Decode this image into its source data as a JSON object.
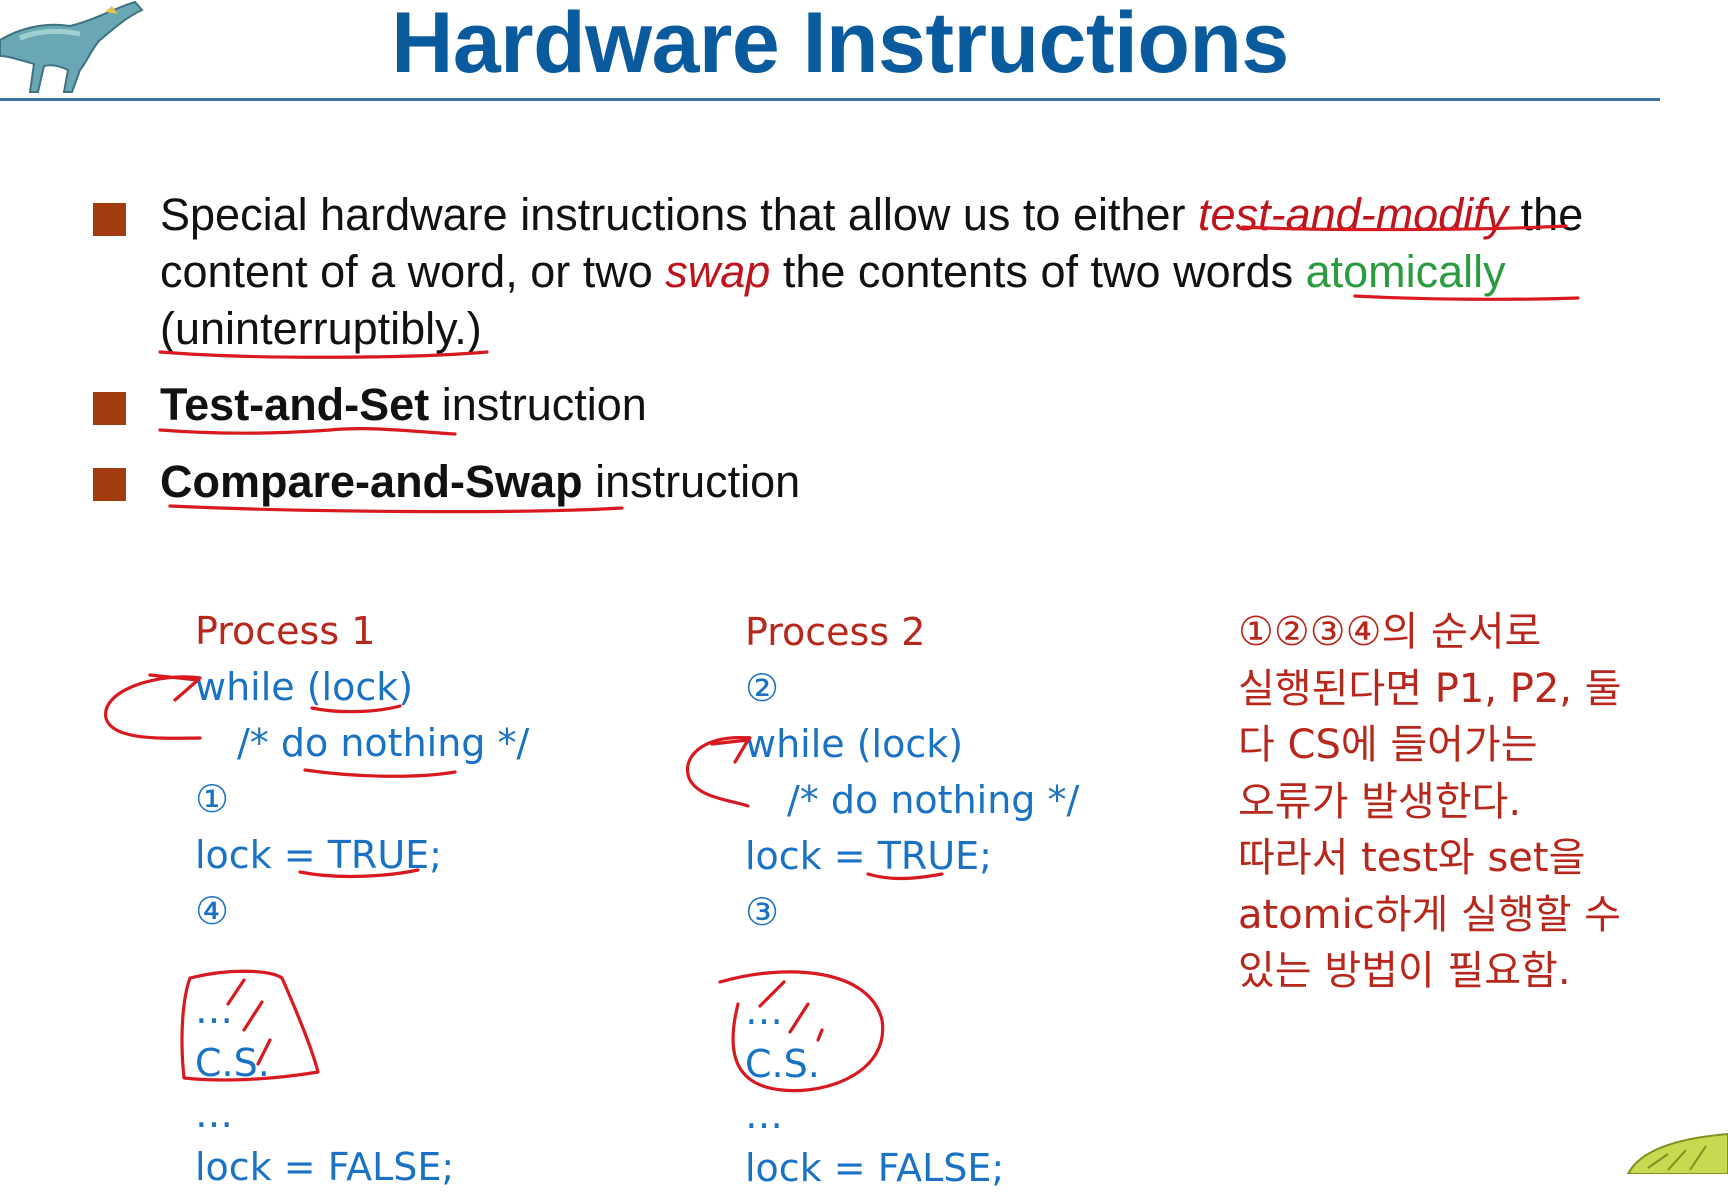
{
  "slide": {
    "title": "Hardware Instructions",
    "bullets": [
      {
        "parts": [
          {
            "text": "Special hardware instructions that allow us to either ",
            "style": "normal"
          },
          {
            "text": "test-and-modify",
            "style": "em-red"
          },
          {
            "text": " the content of a word, or two ",
            "style": "normal"
          },
          {
            "text": "swap",
            "style": "em-red"
          },
          {
            "text": " the contents of two words ",
            "style": "normal"
          },
          {
            "text": "atomically",
            "style": "em-green"
          },
          {
            "text": " (uninterruptibly.)",
            "style": "normal"
          }
        ]
      },
      {
        "parts": [
          {
            "text": "Test-and-Set",
            "style": "strong"
          },
          {
            "text": " instruction",
            "style": "normal"
          }
        ]
      },
      {
        "parts": [
          {
            "text": "Compare-and-Swap",
            "style": "strong"
          },
          {
            "text": " instruction",
            "style": "normal"
          }
        ]
      }
    ],
    "process1": {
      "header": "Process 1",
      "lines": [
        "while (lock)",
        "/* do nothing */",
        "①",
        "lock = TRUE;",
        "④",
        "",
        "…",
        "C.S.",
        "…",
        "lock = FALSE;"
      ]
    },
    "process2": {
      "header": "Process 2",
      "lines": [
        "②",
        "while (lock)",
        "/* do nothing */",
        "lock = TRUE;",
        "③",
        "",
        "…",
        "C.S.",
        "…",
        "lock = FALSE;"
      ]
    },
    "note_lines": [
      "①②③④의 순서로",
      "실행된다면 P1, P2, 둘",
      "다 CS에 들어가는",
      "오류가 발생한다.",
      "따라서 test와 set을",
      "atomic하게 실행할 수",
      "있는 방법이 필요함."
    ]
  }
}
